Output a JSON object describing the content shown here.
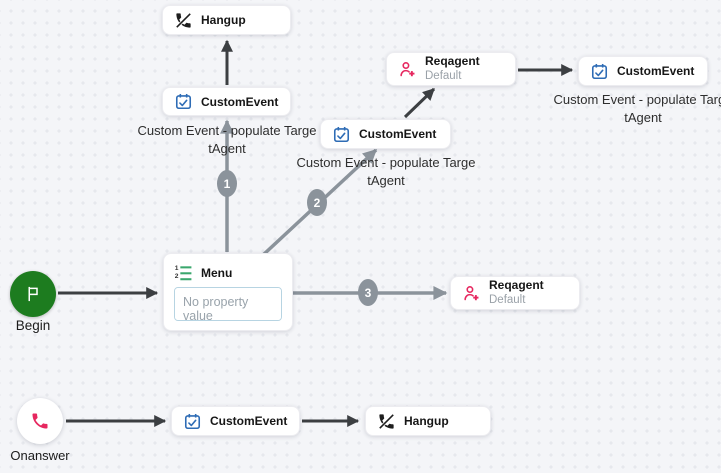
{
  "colors": {
    "canvas_background": "#f4f5f8",
    "edge_dark": "#3c3f42",
    "edge_gray": "#8b939b",
    "begin_green": "#1d7c1f",
    "accent_pink": "#e6275f",
    "calendar_blue": "#2e6cb5",
    "list_green": "#3aa76d",
    "input_border_blue": "#b7d4e2"
  },
  "icons": {
    "begin": "flag-icon",
    "onanswer": "phone-icon",
    "hangup": "phone-hangup-icon",
    "custom_event": "calendar-check-icon",
    "reqagent": "person-plus-icon",
    "menu": "ordered-list-icon"
  },
  "badges": [
    "1",
    "2",
    "3"
  ],
  "nodes": {
    "begin": {
      "label": "Begin"
    },
    "onanswer": {
      "label": "Onanswer"
    },
    "menu": {
      "title": "Menu",
      "input_placeholder": "No property value"
    },
    "hangup_top": {
      "title": "Hangup"
    },
    "hangup_bottom": {
      "title": "Hangup"
    },
    "custom_event_upper": {
      "title": "CustomEvent",
      "caption_line1": "Custom Event - populate Targe",
      "caption_line2": "tAgent"
    },
    "custom_event_mid": {
      "title": "CustomEvent",
      "caption_line1": "Custom Event - populate Targe",
      "caption_line2": "tAgent"
    },
    "custom_event_topright": {
      "title": "CustomEvent",
      "caption_line1": "Custom Event - populate Targe",
      "caption_line2": "tAgent"
    },
    "custom_event_bottom": {
      "title": "CustomEvent"
    },
    "reqagent_top": {
      "title": "Reqagent",
      "subtitle": "Default"
    },
    "reqagent_mid": {
      "title": "Reqagent",
      "subtitle": "Default"
    }
  }
}
